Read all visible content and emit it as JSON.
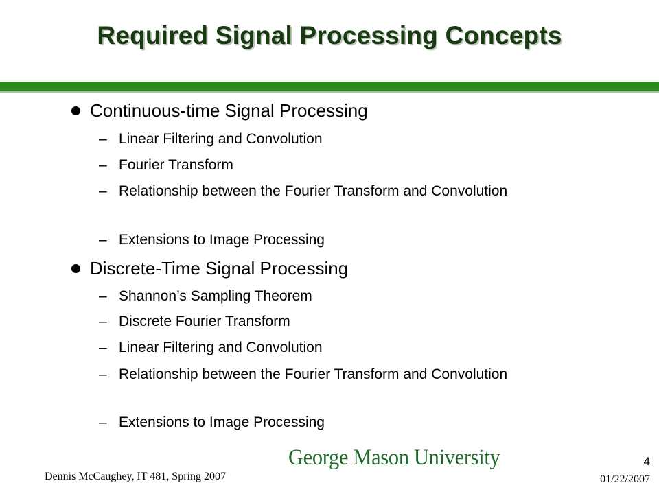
{
  "slide": {
    "title": "Required Signal Processing Concepts",
    "sections": [
      {
        "heading": "Continuous-time Signal Processing",
        "items": [
          "Linear Filtering and Convolution",
          "Fourier Transform",
          "Relationship between the Fourier Transform and Convolution",
          "Extensions to Image Processing"
        ]
      },
      {
        "heading": "Discrete-Time Signal Processing",
        "items": [
          "Shannon’s Sampling Theorem",
          "Discrete Fourier Transform",
          "Linear Filtering and Convolution",
          "Relationship between the Fourier Transform and Convolution",
          "Extensions to Image Processing"
        ]
      }
    ],
    "dash": "–"
  },
  "footer": {
    "author": "Dennis McCaughey, IT 481, Spring 2007",
    "date": "01/22/2007",
    "page_number": "4",
    "logo_text": "George Mason University"
  },
  "colors": {
    "title": "#1a3a14",
    "rule": "#2a8a1a",
    "logo": "#1f6a2a"
  }
}
